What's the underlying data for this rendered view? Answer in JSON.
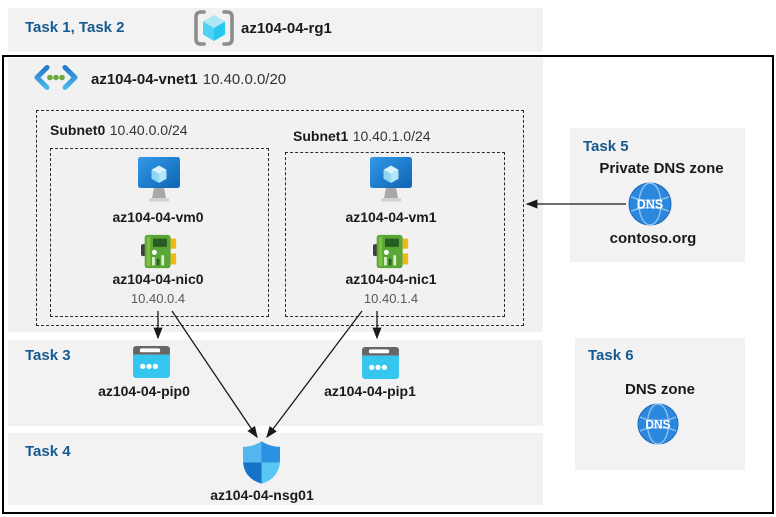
{
  "top": {
    "tasks_label": "Task 1, Task 2",
    "resource_group": "az104-04-rg1"
  },
  "vnet": {
    "name": "az104-04-vnet1",
    "cidr": "10.40.0.0/20",
    "subnets": [
      {
        "name": "Subnet0",
        "cidr": "10.40.0.0/24",
        "vm": "az104-04-vm0",
        "nic": "az104-04-nic0",
        "ip": "10.40.0.4"
      },
      {
        "name": "Subnet1",
        "cidr": "10.40.1.0/24",
        "vm": "az104-04-vm1",
        "nic": "az104-04-nic1",
        "ip": "10.40.1.4"
      }
    ]
  },
  "task3": {
    "label": "Task 3",
    "pip0": "az104-04-pip0",
    "pip1": "az104-04-pip1"
  },
  "task4": {
    "label": "Task 4",
    "nsg": "az104-04-nsg01"
  },
  "task5": {
    "label": "Task 5",
    "title": "Private DNS zone",
    "zone_name": "contoso.org"
  },
  "task6": {
    "label": "Task 6",
    "title": "DNS zone"
  },
  "dns_icon_text": "DNS",
  "icons": {
    "resource_group": "resource-group-icon",
    "virtual_network": "virtual-network-icon",
    "virtual_machine": "virtual-machine-icon",
    "network_interface": "nic-icon",
    "public_ip": "public-ip-icon",
    "private_dns": "dns-icon",
    "network_security_group": "shield-icon"
  },
  "colors": {
    "task_label": "#175a8f",
    "panel_bg": "#f2f2f2",
    "ip_text": "#595959",
    "arrow": "#1a1a1a",
    "pip_cyan": "#35c6ef",
    "nic_green": "#5aa636",
    "dns_blue": "#2c87de"
  }
}
